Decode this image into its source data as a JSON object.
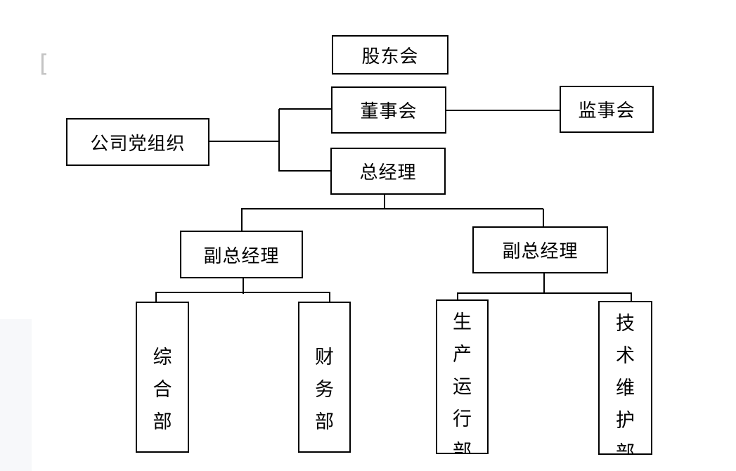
{
  "org_chart": {
    "shareholders": "股东会",
    "board": "董事会",
    "supervisors": "监事会",
    "party": "公司党组织",
    "gm": "总经理",
    "deputy_gm_left": "副总经理",
    "deputy_gm_right": "副总经理",
    "dept_general": "综\n合\n部",
    "dept_finance": "财\n务\n部",
    "dept_production": "生\n产\n运\n行\n部",
    "dept_tech": "技\n术\n维\n护\n部"
  },
  "decor": {
    "bracket": "["
  }
}
